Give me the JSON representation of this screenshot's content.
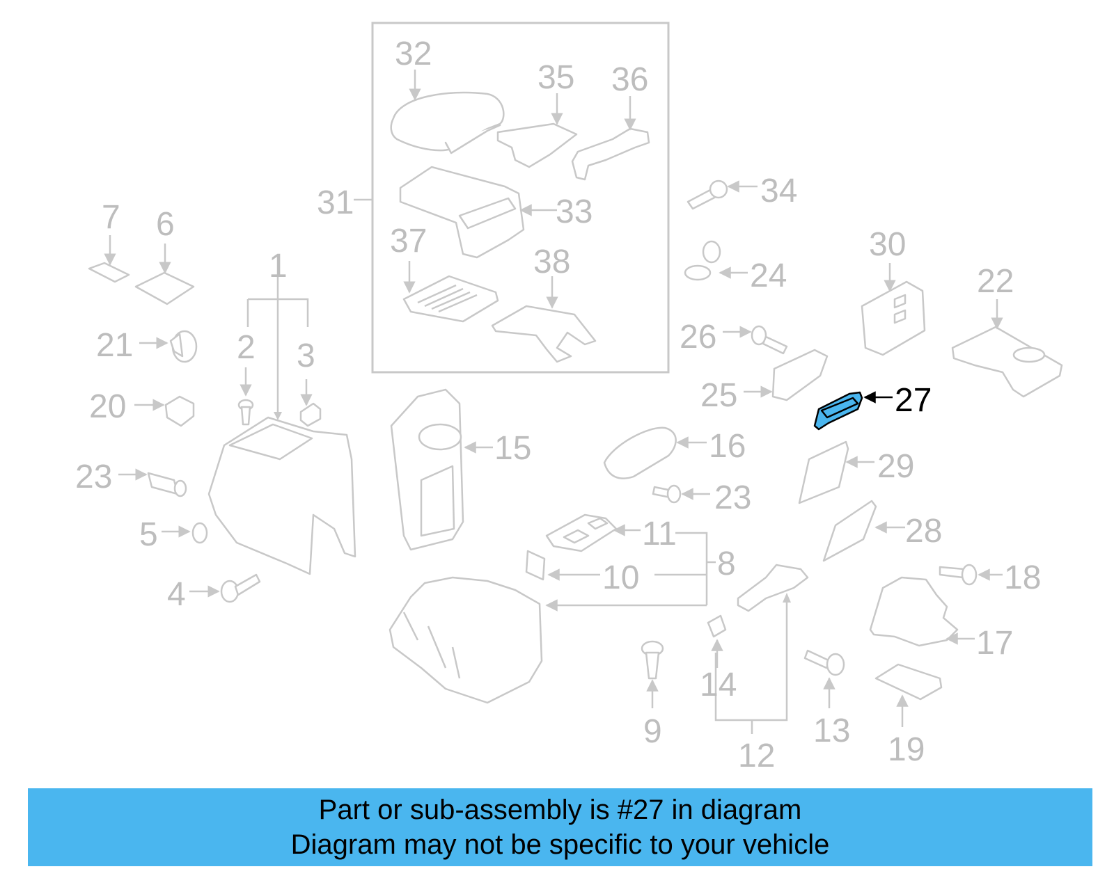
{
  "diagram": {
    "highlighted_part": "27",
    "callouts": [
      "1",
      "2",
      "3",
      "4",
      "5",
      "6",
      "7",
      "8",
      "9",
      "10",
      "11",
      "12",
      "13",
      "14",
      "15",
      "16",
      "17",
      "18",
      "19",
      "20",
      "21",
      "22",
      "23",
      "23",
      "24",
      "25",
      "26",
      "27",
      "28",
      "29",
      "30",
      "31",
      "32",
      "33",
      "34",
      "35",
      "36",
      "37",
      "38"
    ]
  },
  "labels": {
    "n1": "1",
    "n2": "2",
    "n3": "3",
    "n4": "4",
    "n5": "5",
    "n6": "6",
    "n7": "7",
    "n8": "8",
    "n9": "9",
    "n10": "10",
    "n11": "11",
    "n12": "12",
    "n13": "13",
    "n14": "14",
    "n15": "15",
    "n16": "16",
    "n17": "17",
    "n18": "18",
    "n19": "19",
    "n20": "20",
    "n21": "21",
    "n22": "22",
    "n23a": "23",
    "n23b": "23",
    "n24": "24",
    "n25": "25",
    "n26": "26",
    "n27": "27",
    "n28": "28",
    "n29": "29",
    "n30": "30",
    "n31": "31",
    "n32": "32",
    "n33": "33",
    "n34": "34",
    "n35": "35",
    "n36": "36",
    "n37": "37",
    "n38": "38"
  },
  "footer": {
    "line1": "Part or sub-assembly is #27 in diagram",
    "line2": "Diagram may not be specific to your vehicle"
  },
  "colors": {
    "highlight": "#4ab6ef",
    "line_gray": "#c8c8c8",
    "label_gray": "#bdbdbd",
    "active_label": "#000000"
  }
}
